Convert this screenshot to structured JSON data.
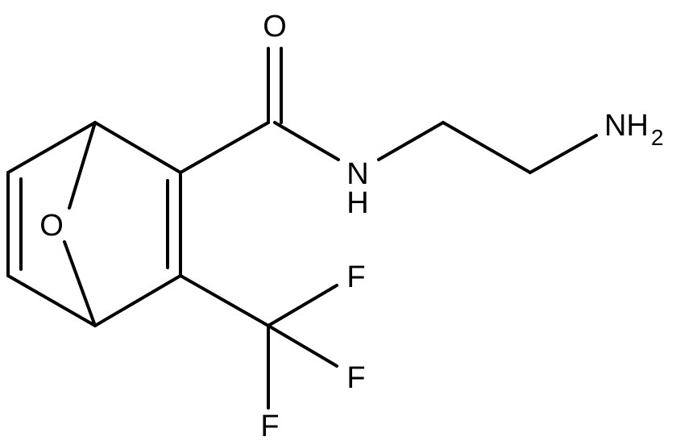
{
  "atoms": {
    "oxygen_carbonyl": "O",
    "nitrogen_amide": "N",
    "hydrogen_amide": "H",
    "nitrogen_amine": "NH",
    "amine_subscript": "2",
    "oxygen_bridge": "O",
    "fluorine_top": "F",
    "fluorine_middle": "F",
    "fluorine_bottom": "F"
  },
  "colors": {
    "bond": "#000000",
    "text": "#000000",
    "background": "#ffffff"
  }
}
